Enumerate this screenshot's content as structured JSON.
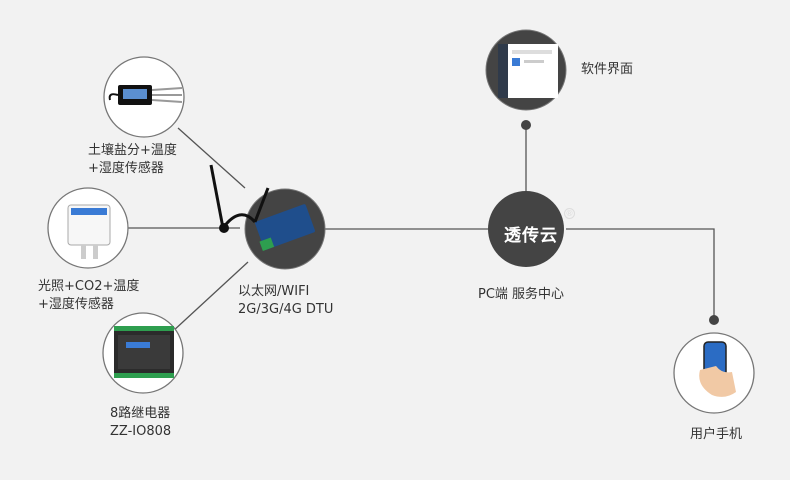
{
  "nodes": {
    "soil_sensor": {
      "lines": [
        "土壤盐分+温度",
        "+湿度传感器"
      ]
    },
    "env_sensor": {
      "lines": [
        "光照+CO2+温度",
        "+湿度传感器"
      ]
    },
    "relay": {
      "lines": [
        "8路继电器",
        "ZZ-IO808"
      ]
    },
    "dtu": {
      "lines": [
        "以太网/WIFI",
        "2G/3G/4G DTU"
      ]
    },
    "cloud": {
      "name": "透传云",
      "mark": "®",
      "caption": "PC端 服务中心"
    },
    "software": {
      "caption": "软件界面"
    },
    "mobile": {
      "caption": "用户手机"
    }
  },
  "colors": {
    "background": "#f2f2f2",
    "line": "#555555",
    "node_dark": "#444444",
    "circle_stroke": "#777777"
  }
}
